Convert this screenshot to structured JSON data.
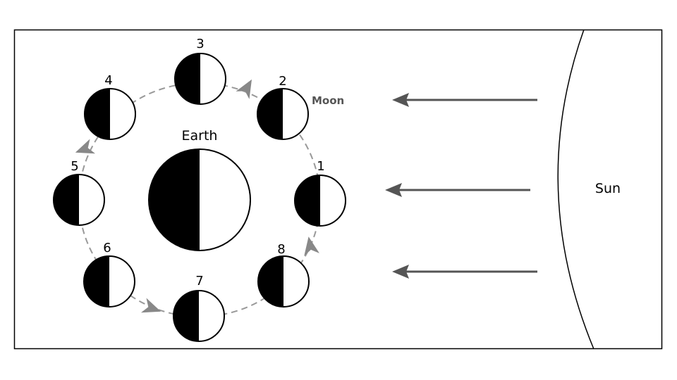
{
  "labels": {
    "earth": "Earth",
    "moon": "Moon",
    "sun": "Sun"
  },
  "moon_positions": [
    "1",
    "2",
    "3",
    "4",
    "5",
    "6",
    "7",
    "8"
  ],
  "colors": {
    "dark_side": "#000000",
    "lit_side": "#ffffff",
    "orbit": "#999999",
    "arrow": "#555555",
    "orbit_arrowhead": "#888888"
  }
}
